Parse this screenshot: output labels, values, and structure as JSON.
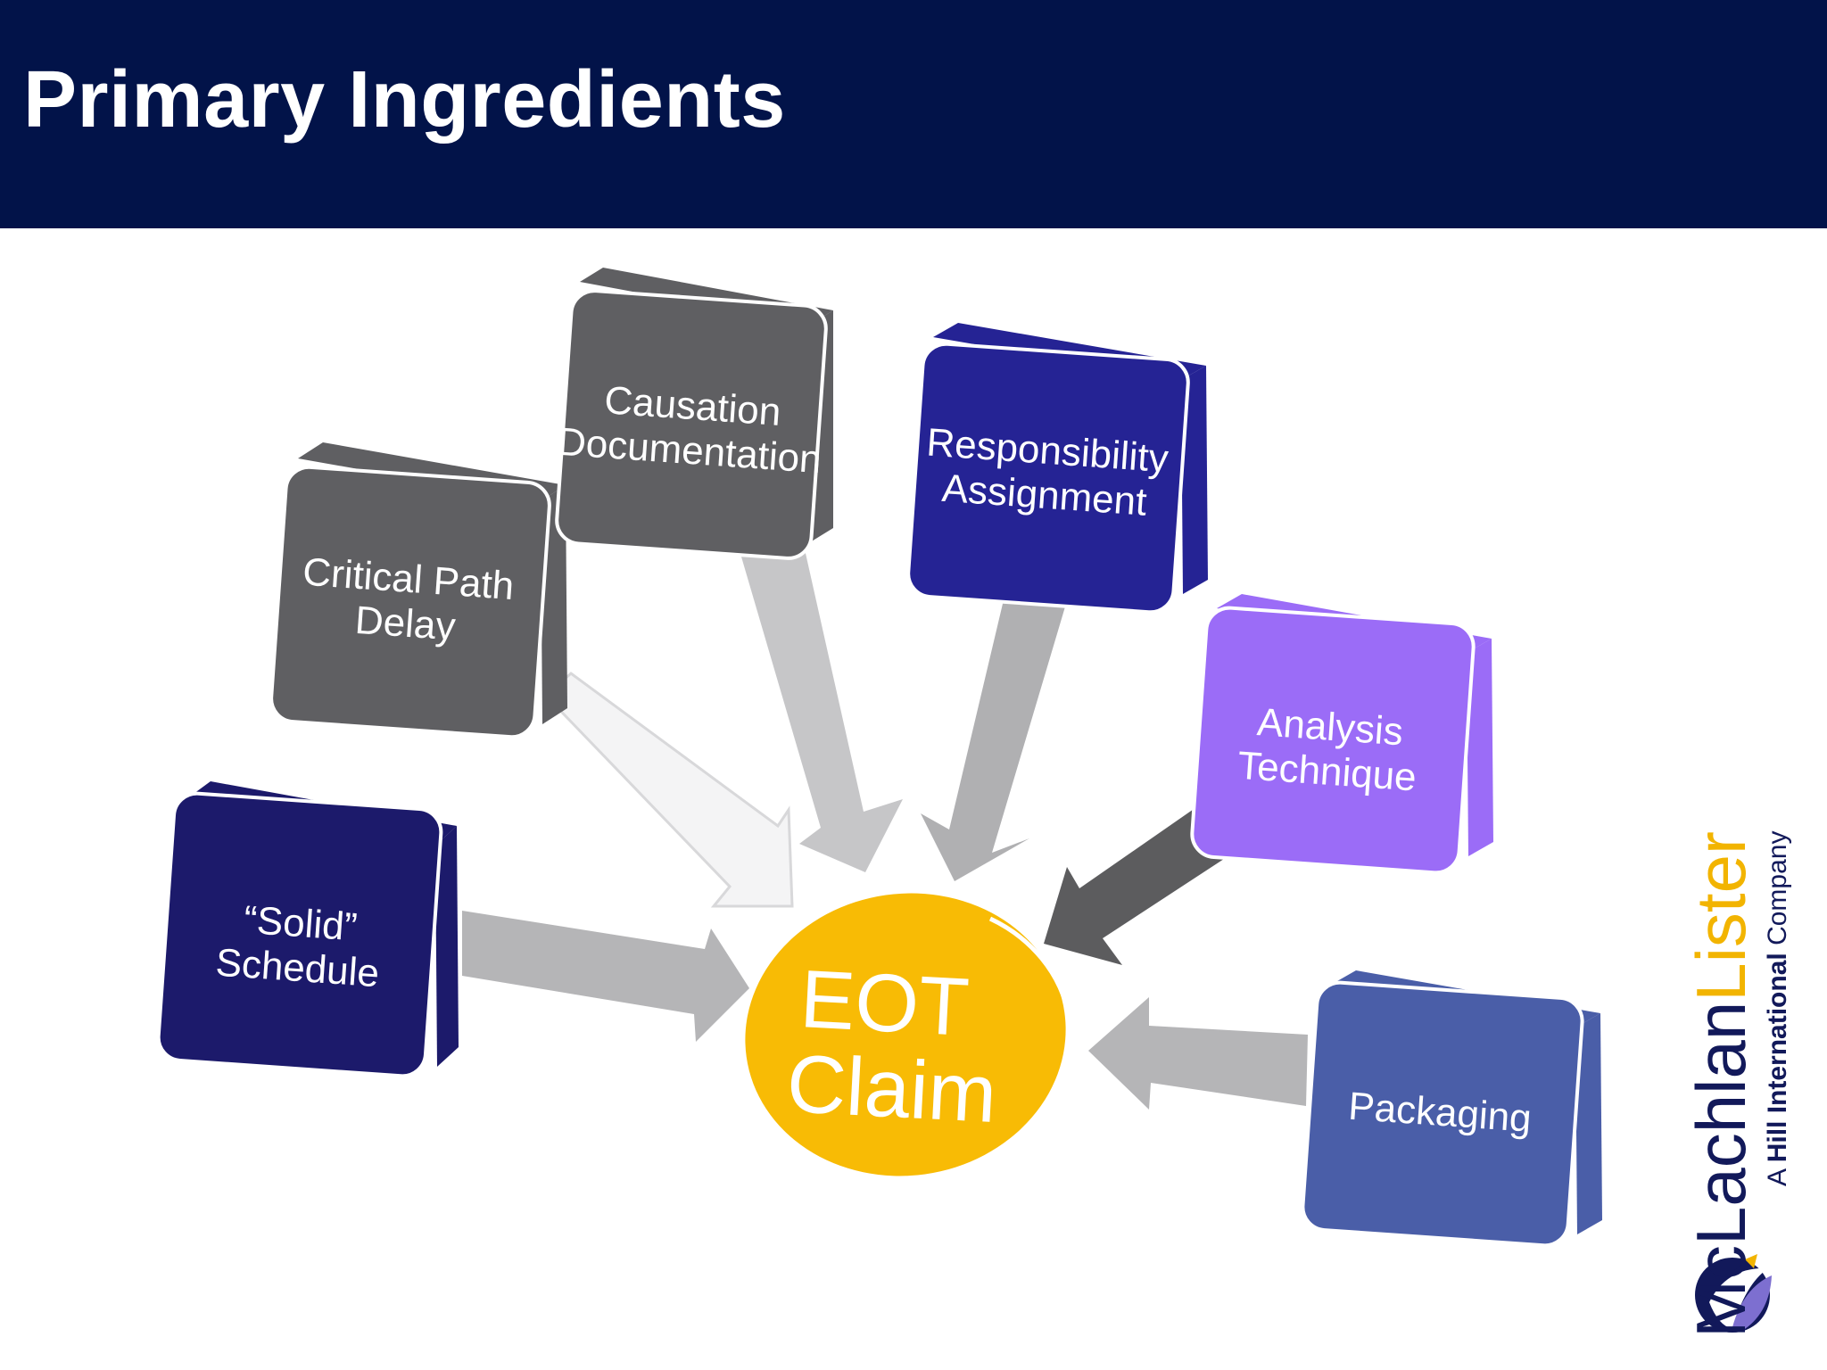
{
  "header": {
    "title": "Primary Ingredients"
  },
  "colors": {
    "header_bg": "#021349",
    "dark_navy": "#1c1a6b",
    "gray": "#5f5f62",
    "indigo": "#252394",
    "violet": "#9b6cf7",
    "slate_blue": "#4a5ea8",
    "arrow_light": "#b5b5b7",
    "arrow_dark": "#5c5c5e",
    "center": "#f8bb05"
  },
  "diagram": {
    "center": {
      "line1": "EOT",
      "line2": "Claim"
    },
    "boxes": [
      {
        "line1": "“Solid”",
        "line2": "Schedule"
      },
      {
        "line1": "Critical Path",
        "line2": "Delay"
      },
      {
        "line1": "Causation",
        "line2": "Documentation"
      },
      {
        "line1": "Responsibility",
        "line2": "Assignment"
      },
      {
        "line1": "Analysis",
        "line2": "Technique"
      },
      {
        "line1": "Packaging",
        "line2": ""
      }
    ]
  },
  "brand": {
    "name_part1": "McLachlan",
    "name_part2": "Lister",
    "tagline_prefix": "A ",
    "tagline_bold": "Hill International",
    "tagline_suffix": " Company"
  }
}
